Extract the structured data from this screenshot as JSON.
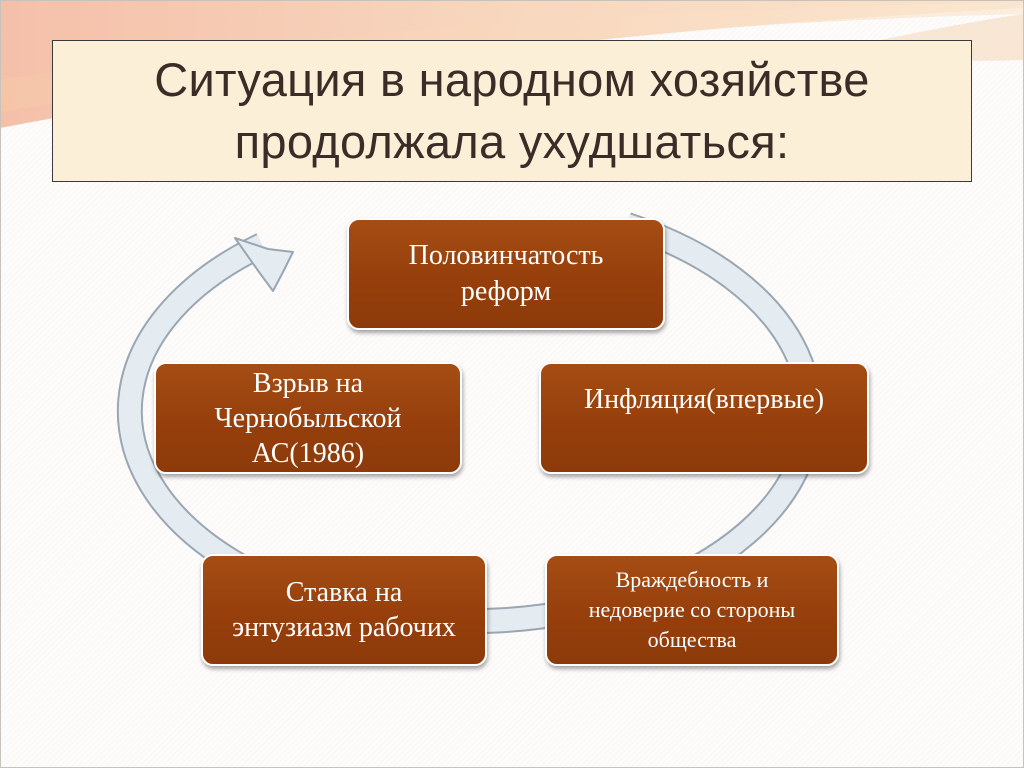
{
  "slide": {
    "title": "Ситуация в народном хозяйстве продолжала ухудшаться:"
  },
  "diagram": {
    "type": "cycle",
    "nodes": [
      {
        "id": "n1",
        "label": "Половинчатость реформ"
      },
      {
        "id": "n2",
        "label": "Инфляция(впервые)"
      },
      {
        "id": "n3",
        "label": "Враждебность и недоверие со стороны общества"
      },
      {
        "id": "n4",
        "label": "Ставка на энтузиазм рабочих"
      },
      {
        "id": "n5",
        "label": "Взрыв на Чернобыльской АС(1986)"
      }
    ]
  },
  "colors": {
    "node_fill": "#963f0c",
    "title_fill": "#fcefd7",
    "arrow_fill": "#dfe8ef",
    "arrow_stroke": "#9aa6b2"
  }
}
